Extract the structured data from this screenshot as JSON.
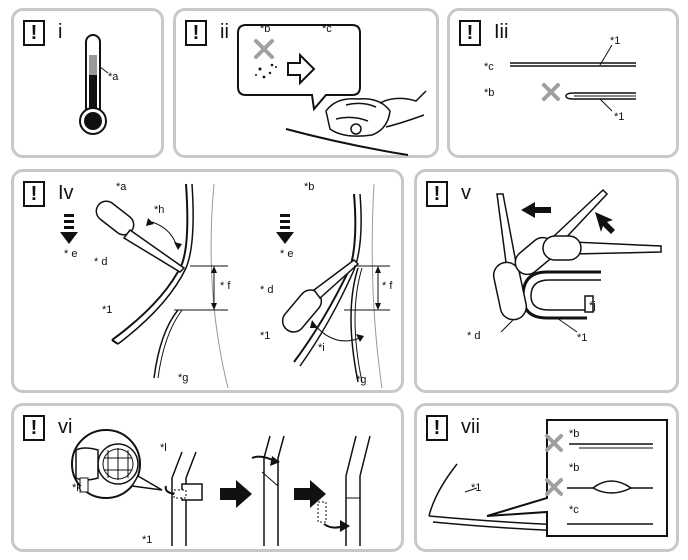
{
  "warning_symbol": "!",
  "panels": [
    {
      "id": "i",
      "number": "i",
      "labels": {
        "a": "*a"
      }
    },
    {
      "id": "ii",
      "number": "ii",
      "labels": {
        "b": "*b",
        "c": "*c"
      }
    },
    {
      "id": "iii",
      "number": "Iii",
      "labels": {
        "c": "*c",
        "b": "*b",
        "one_top": "*1",
        "one_bottom": "*1"
      }
    },
    {
      "id": "iv",
      "number": "Iv",
      "labels": {
        "a": "*a",
        "b": "*b",
        "h": "*h",
        "d_left": "* d",
        "e_left": "* e",
        "f_left": "* f",
        "one_left": "*1",
        "g_left": "*g",
        "d_right": "* d",
        "e_right": "* e",
        "f_right": "* f",
        "one_right": "*1",
        "i": "*i",
        "g_right": "*g"
      }
    },
    {
      "id": "v",
      "number": "v",
      "labels": {
        "j": "*j",
        "d": "* d",
        "one": "*1"
      }
    },
    {
      "id": "vi",
      "number": "vi",
      "labels": {
        "l": "*l",
        "k": "*k",
        "one": "*1"
      }
    },
    {
      "id": "vii",
      "number": "vii",
      "labels": {
        "b_top": "*b",
        "b_mid": "*b",
        "c": "*c",
        "one": "*1"
      }
    }
  ],
  "icons": {
    "warning": "exclamation-box-icon",
    "thermometer": "thermometer-icon",
    "prohibited": "cross-icon",
    "arrow": "arrow-icon",
    "heat_gun": "heat-gun-icon",
    "cloth": "cloth-hand-icon"
  },
  "colors": {
    "panel_border": "#c8c8c8",
    "cross": "#a0a0a0",
    "ink": "#111111"
  }
}
